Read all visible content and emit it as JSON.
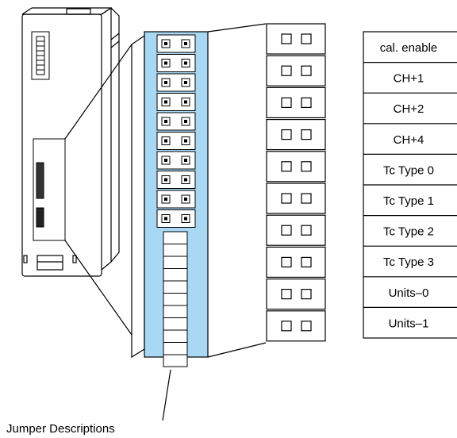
{
  "jumper_labels": [
    "cal. enable",
    "CH+1",
    "CH+2",
    "CH+4",
    "Tc Type 0",
    "Tc Type 1",
    "Tc Type 2",
    "Tc Type 3",
    "Units–0",
    "Units–1"
  ],
  "caption": "Jumper Descriptions",
  "colors": {
    "panel_fill": "#a9d8f5",
    "stroke": "#000000",
    "background": "#ffffff"
  }
}
